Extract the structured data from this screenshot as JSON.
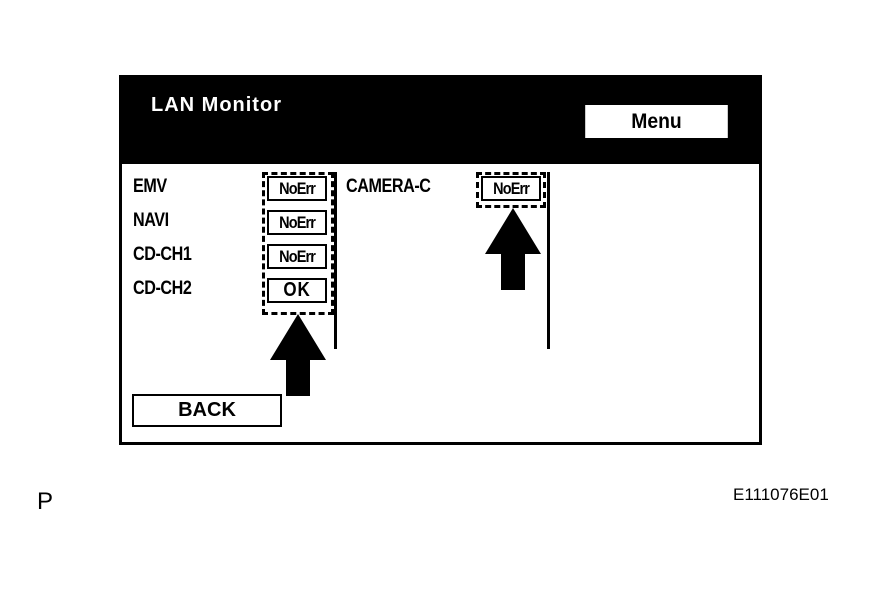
{
  "screen": {
    "title": "LAN Monitor",
    "menu_label": "Menu",
    "back_label": "BACK"
  },
  "rows_left": [
    {
      "label": "EMV",
      "status": "NoErr"
    },
    {
      "label": "NAVI",
      "status": "NoErr"
    },
    {
      "label": "CD-CH1",
      "status": "NoErr"
    },
    {
      "label": "CD-CH2",
      "status": "OK"
    }
  ],
  "rows_right": [
    {
      "label": "CAMERA-C",
      "status": "NoErr"
    }
  ],
  "figure": {
    "corner_letter": "P",
    "figure_id": "E111076E01"
  },
  "icons": [
    "arrow-up-icon",
    "arrow-up-icon"
  ]
}
